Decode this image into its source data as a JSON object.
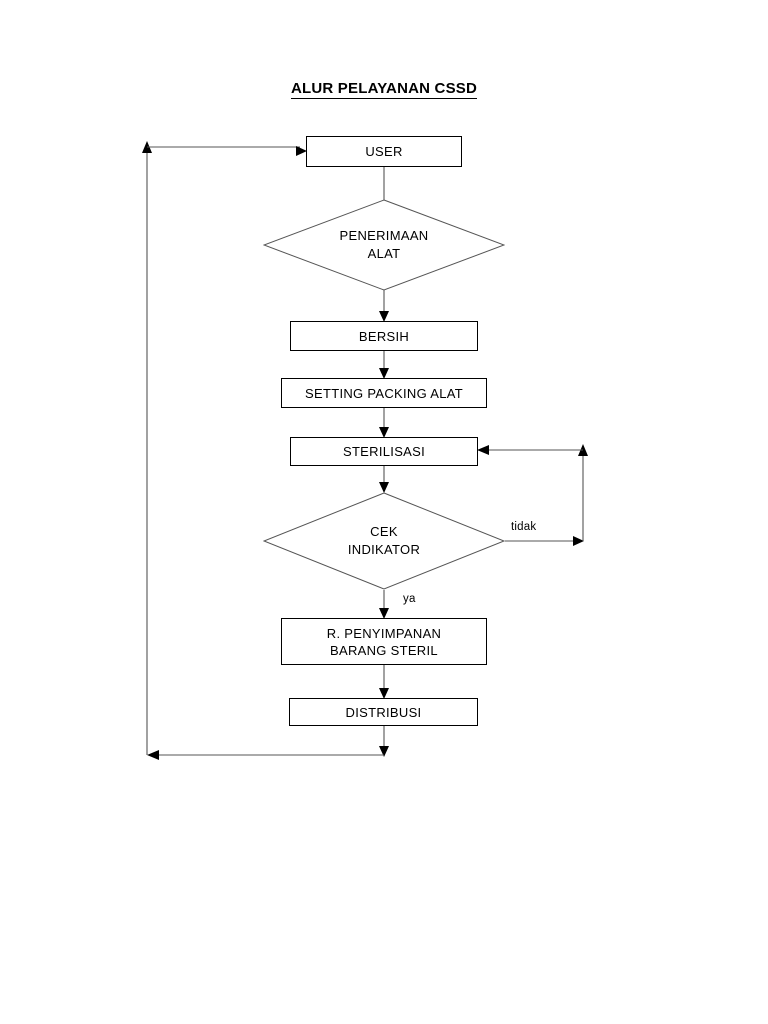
{
  "document": {
    "title": "ALUR PELAYANAN CSSD"
  },
  "flowchart": {
    "type": "flowchart",
    "orientation": "top-to-bottom",
    "nodes": [
      {
        "id": "user",
        "label": "USER",
        "shape": "rectangle"
      },
      {
        "id": "penerimaan",
        "label": "PENERIMAAN\nALAT",
        "shape": "diamond"
      },
      {
        "id": "bersih",
        "label": "BERSIH",
        "shape": "rectangle"
      },
      {
        "id": "setting",
        "label": "SETTING PACKING ALAT",
        "shape": "rectangle"
      },
      {
        "id": "sterilisasi",
        "label": "STERILISASI",
        "shape": "rectangle"
      },
      {
        "id": "cek",
        "label": "CEK\nINDIKATOR",
        "shape": "diamond"
      },
      {
        "id": "penyimpanan",
        "label": "R. PENYIMPANAN\nBARANG STERIL",
        "shape": "rectangle"
      },
      {
        "id": "distribusi",
        "label": "DISTRIBUSI",
        "shape": "rectangle"
      }
    ],
    "edge_labels": {
      "ya": "ya",
      "tidak": "tidak"
    },
    "edges": [
      {
        "from": "user",
        "to": "penerimaan",
        "label": ""
      },
      {
        "from": "penerimaan",
        "to": "bersih",
        "label": ""
      },
      {
        "from": "bersih",
        "to": "setting",
        "label": ""
      },
      {
        "from": "setting",
        "to": "sterilisasi",
        "label": ""
      },
      {
        "from": "sterilisasi",
        "to": "cek",
        "label": ""
      },
      {
        "from": "cek",
        "to": "sterilisasi",
        "label": "tidak"
      },
      {
        "from": "cek",
        "to": "penyimpanan",
        "label": "ya"
      },
      {
        "from": "penyimpanan",
        "to": "distribusi",
        "label": ""
      },
      {
        "from": "distribusi",
        "to": "user",
        "label": ""
      }
    ]
  },
  "colors": {
    "line": "#555555",
    "border": "#000000",
    "text": "#000000",
    "background": "#ffffff"
  }
}
